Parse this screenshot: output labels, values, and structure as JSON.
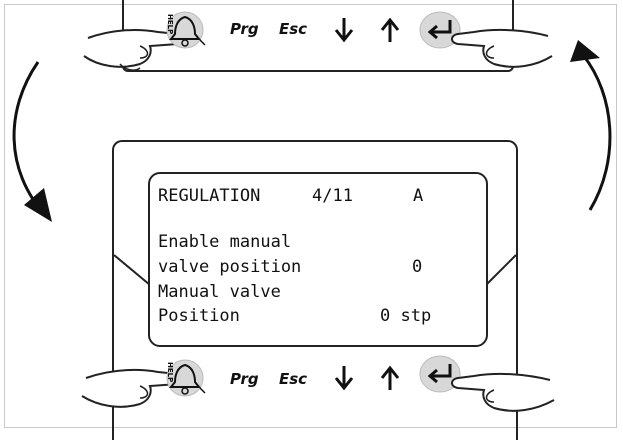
{
  "display": {
    "line1_title": "REGULATION",
    "line1_page": "4/11",
    "line1_mode": "A",
    "line2": "Enable manual",
    "line3_label": "valve position",
    "line3_value": "0",
    "line4": "Manual valve",
    "line5_label": "Position",
    "line5_value": "0 stp"
  },
  "buttons": {
    "help_label": "HELP",
    "prg_label": "Prg",
    "esc_label": "Esc"
  },
  "icons": {
    "alarm": "bell-icon",
    "down": "arrow-down-icon",
    "up": "arrow-up-icon",
    "enter": "enter-icon",
    "pointing_hand": "pointing-hand-icon",
    "rotate_ccw_left": "curved-arrow-down-icon",
    "rotate_ccw_right": "curved-arrow-up-icon"
  }
}
